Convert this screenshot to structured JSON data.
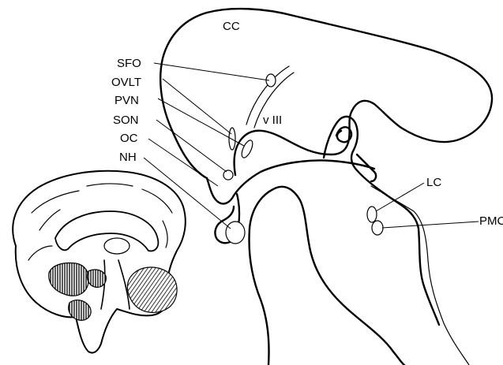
{
  "labels": {
    "cc": "CC",
    "v3": "v III",
    "sfo": "SFO",
    "ovlt": "OVLT",
    "pvn": "PVN",
    "son": "SON",
    "oc": "OC",
    "nh": "NH",
    "lc": "LC",
    "pmc": "PMC"
  }
}
